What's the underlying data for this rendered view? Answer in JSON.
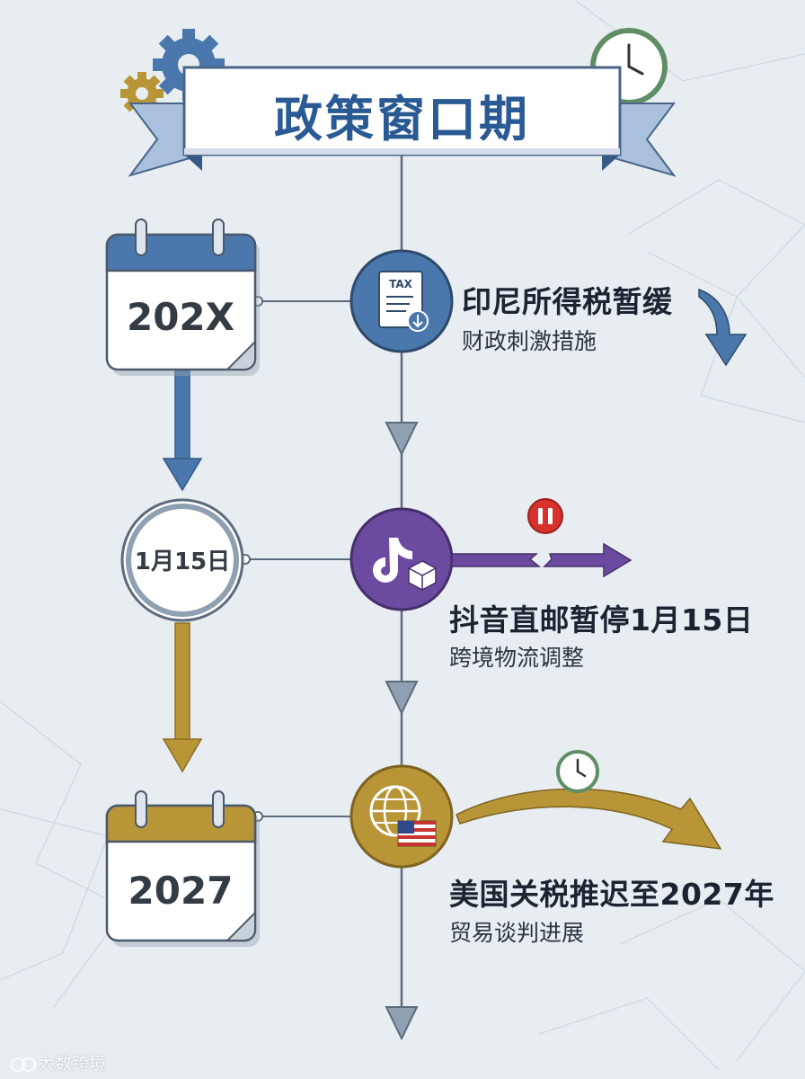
{
  "title": "政策窗口期",
  "dates": [
    {
      "label": "202X"
    },
    {
      "label": "1月15日"
    },
    {
      "label": "2027"
    }
  ],
  "events": [
    {
      "title": "印尼所得税暂缓",
      "subtitle": "财政刺激措施",
      "icon": "tax-document-icon",
      "icon_text": "TAX",
      "color": "#4a78ad"
    },
    {
      "title": "抖音直邮暂停1月15日",
      "subtitle": "跨境物流调整",
      "icon": "tiktok-package-icon",
      "color": "#6b4aa0"
    },
    {
      "title": "美国关税推迟至2027年",
      "subtitle": "贸易谈判进展",
      "icon": "globe-us-flag-icon",
      "color": "#b89638"
    }
  ],
  "colors": {
    "blue": "#4a78ad",
    "purple": "#6b4aa0",
    "gold": "#b89638",
    "green": "#5f8d66",
    "red": "#d8302c",
    "background": "#e8edf2"
  },
  "watermark": "大数跨境"
}
